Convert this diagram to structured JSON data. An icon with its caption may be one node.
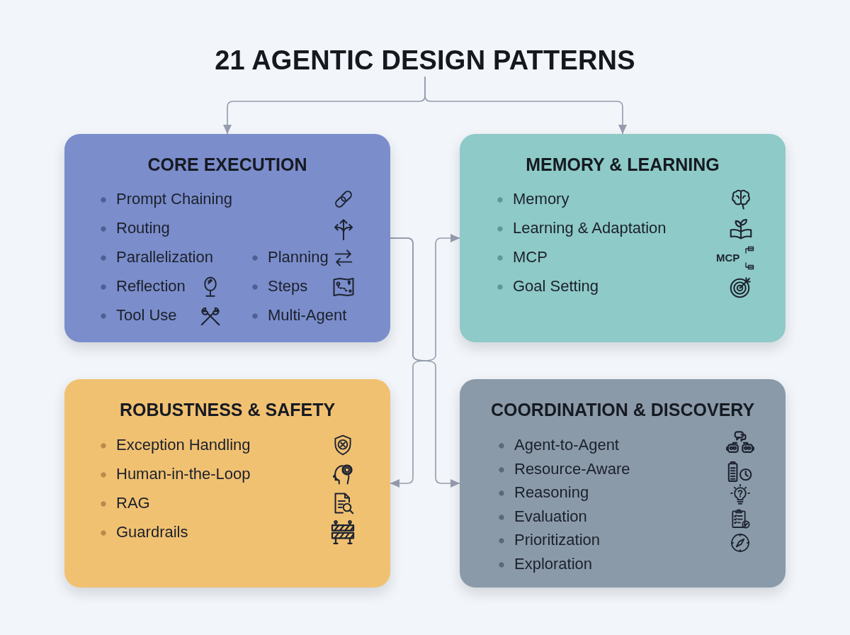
{
  "diagram": {
    "nodes": [
      {
        "text": [
          "21 AGENTIC DESIGN PATTERNS"
        ]
      },
      {
        "text": [
          "CORE EXECUTION",
          "Prompt Chaining",
          "Routing",
          "Parallelization",
          "Planning",
          "Reflection",
          "Steps",
          "Tool Use",
          "Multi-Agent"
        ]
      },
      {
        "text": [
          "MEMORY & LEARNING",
          "Memory",
          "Learning & Adaptation",
          "MCP",
          "Goal Setting"
        ]
      },
      {
        "text": [
          "ROBUSTNESS & SAFETY",
          "Exception Handling",
          "Human-in-the-Loop",
          "RAG",
          "Guardrails"
        ]
      },
      {
        "text": [
          "COORDINATION & DISCOVERY",
          "Agent-to-Agent",
          "Resource-Aware",
          "Reasoning",
          "Evaluation",
          "Prioritization",
          "Exploration"
        ]
      }
    ],
    "edges": [
      {
        "from": 0,
        "to": 1,
        "arrow": "to"
      },
      {
        "from": 0,
        "to": 2,
        "arrow": "to"
      },
      {
        "from": 1,
        "to": 2,
        "arrow": "to"
      },
      {
        "from": 1,
        "to": 3,
        "arrow": "to"
      },
      {
        "from": 1,
        "to": 4,
        "arrow": "to"
      }
    ],
    "labels": [
      "MCP"
    ]
  }
}
